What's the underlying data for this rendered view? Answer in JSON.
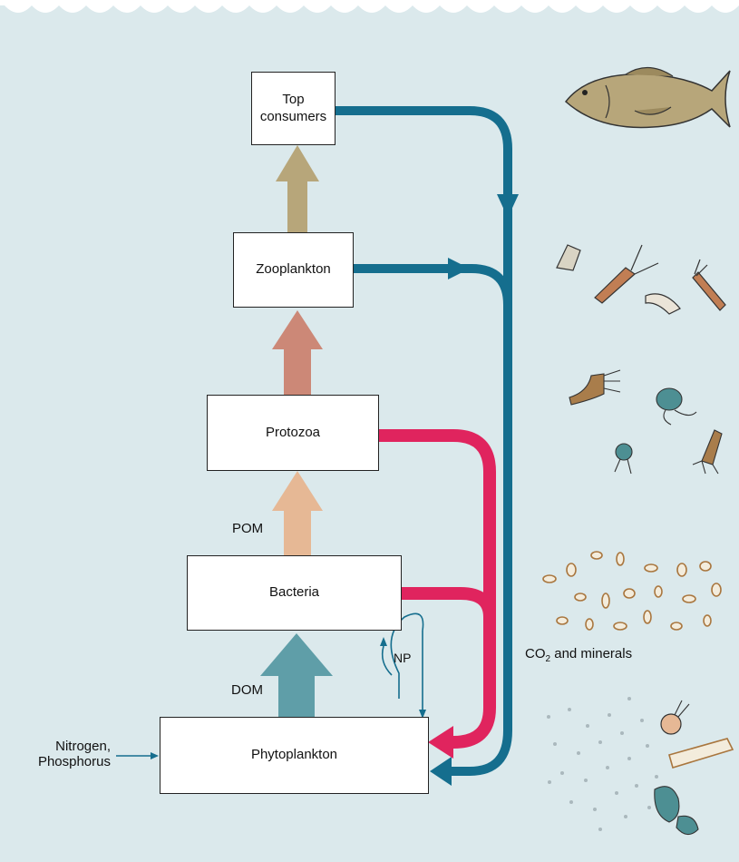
{
  "colors": {
    "water": "#dbe9ec",
    "top_arrow": "#b7a67a",
    "zoo_arrow": "#cc8877",
    "pom_arrow": "#e6b895",
    "dom_arrow": "#5f9ea8",
    "respiration_blue": "#156e8e",
    "respiration_red": "#e0245e"
  },
  "boxes": {
    "top_consumers": "Top\nconsumers",
    "zooplankton": "Zooplankton",
    "protozoa": "Protozoa",
    "bacteria": "Bacteria",
    "phytoplankton": "Phytoplankton"
  },
  "labels": {
    "pom": "POM",
    "dom": "DOM",
    "np": "NP",
    "nutrients_line1": "Nitrogen,",
    "nutrients_line2": "Phosphorus",
    "co2_prefix": "CO",
    "co2_sub": "2",
    "co2_suffix": " and minerals"
  },
  "illustrations": [
    "fish-icon",
    "zooplankton-icons",
    "protozoa-icons",
    "bacteria-icons",
    "phytoplankton-icons"
  ]
}
